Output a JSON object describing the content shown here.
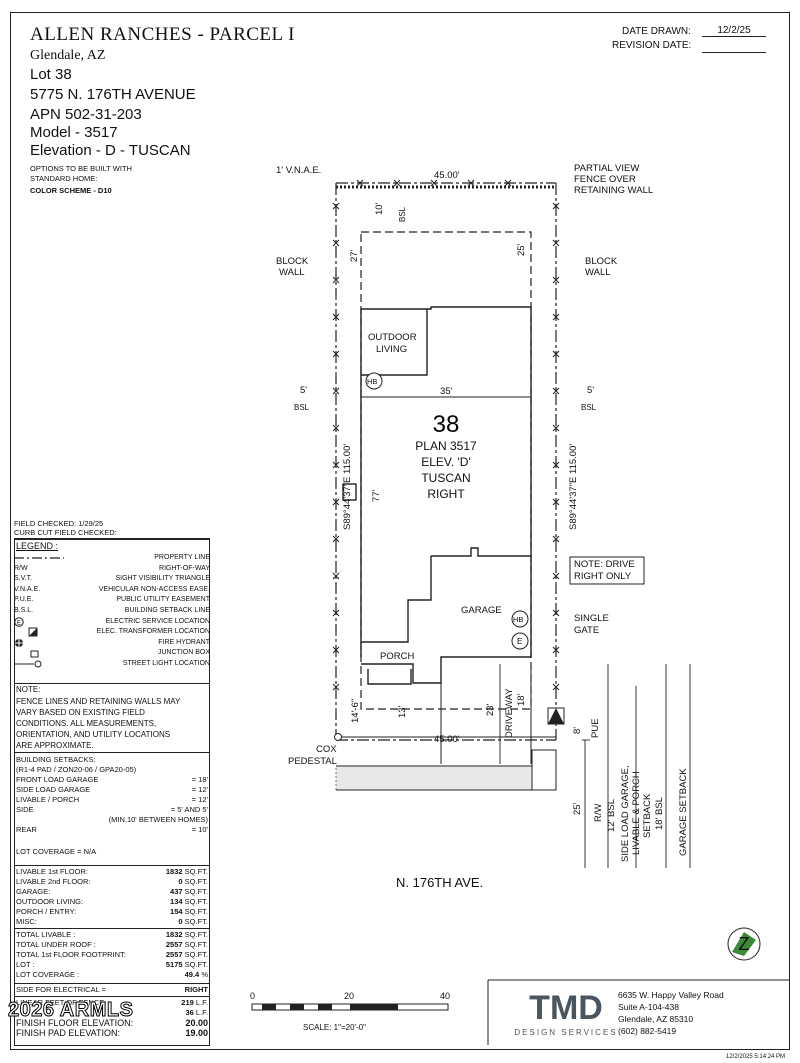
{
  "header": {
    "title": "ALLEN RANCHES - PARCEL I",
    "city": "Glendale, AZ",
    "lot": "Lot 38",
    "address": "5775 N. 176TH AVENUE",
    "apn": "APN 502-31-203",
    "model": "Model - 3517",
    "elevation": "Elevation - D - TUSCAN",
    "options_line1": "OPTIONS TO BE BUILT WITH",
    "options_line2": "STANDARD HOME:",
    "color_scheme": "COLOR SCHEME - D10"
  },
  "dates": {
    "drawn_label": "DATE DRAWN:",
    "drawn_value": "12/2/25",
    "revision_label": "REVISION DATE:",
    "revision_value": ""
  },
  "field": {
    "checked": "FIELD CHECKED: 1/29/25",
    "curb_cut": "CURB CUT FIELD CHECKED:"
  },
  "legend": {
    "title": "LEGEND :",
    "items": [
      {
        "sym": "",
        "label": "PROPERTY LINE"
      },
      {
        "sym": "R/W",
        "label": "RIGHT-OF-WAY"
      },
      {
        "sym": "S.V.T.",
        "label": "SIGHT VISIBILITY TRIANGLE"
      },
      {
        "sym": "V.N.A.E.",
        "label": "VEHICULAR NON-ACCESS EASE."
      },
      {
        "sym": "P.U.E.",
        "label": "PUBLIC UTILITY EASEMENT"
      },
      {
        "sym": "B.S.L.",
        "label": "BUILDING SETBACK LINE"
      },
      {
        "sym": "E",
        "label": "ELECTRIC SERVICE LOCATION"
      },
      {
        "sym": "",
        "label": "ELEC. TRANSFORMER LOCATION"
      },
      {
        "sym": "",
        "label": "FIRE HYDRANT"
      },
      {
        "sym": "",
        "label": "JUNCTION BOX"
      },
      {
        "sym": "",
        "label": "STREET LIGHT LOCATION"
      }
    ]
  },
  "note": {
    "title": "NOTE:",
    "lines": [
      "FENCE LINES AND RETAINING WALLS MAY",
      "VARY BASED ON EXISTING FIELD",
      "CONDITIONS. ALL MEASUREMENTS,",
      "ORIENTATION, AND UTILITY LOCATIONS",
      "ARE APPROXIMATE."
    ]
  },
  "setbacks": {
    "title": "BUILDING SETBACKS:",
    "zoning": "(R1-4 PAD / ZON20-06 / GPA20-05)",
    "rows": [
      {
        "label": "FRONT LOAD GARAGE",
        "value": "= 18'"
      },
      {
        "label": "SIDE LOAD GARAGE",
        "value": "= 12'"
      },
      {
        "label": "LIVABLE / PORCH",
        "value": "= 12'"
      },
      {
        "label": "SIDE",
        "value": "= 5' AND 5'"
      },
      {
        "label": "",
        "value": "(MIN.10' BETWEEN HOMES)"
      },
      {
        "label": "REAR",
        "value": "= 10'"
      }
    ],
    "lot_coverage": "LOT COVERAGE = N/A"
  },
  "areas": [
    {
      "label": "LIVABLE 1st FLOOR:",
      "value": "1832",
      "unit": "SQ.FT."
    },
    {
      "label": "LIVABLE 2nd FLOOR:",
      "value": "0",
      "unit": "SQ.FT."
    },
    {
      "label": "GARAGE:",
      "value": "437",
      "unit": "SQ.FT."
    },
    {
      "label": "OUTDOOR LIVING:",
      "value": "134",
      "unit": "SQ.FT."
    },
    {
      "label": "PORCH / ENTRY:",
      "value": "154",
      "unit": "SQ.FT."
    },
    {
      "label": "MISC:",
      "value": "0",
      "unit": "SQ.FT."
    }
  ],
  "totals": [
    {
      "label": "TOTAL LIVABLE :",
      "value": "1832",
      "unit": "SQ.FT."
    },
    {
      "label": "TOTAL UNDER ROOF :",
      "value": "2557",
      "unit": "SQ.FT."
    },
    {
      "label": "TOTAL 1st FLOOR FOOTPRINT:",
      "value": "2557",
      "unit": "SQ.FT."
    },
    {
      "label": "LOT :",
      "value": "5175",
      "unit": "SQ.FT."
    },
    {
      "label": "LOT COVERAGE :",
      "value": "49.4",
      "unit": "%"
    }
  ],
  "electrical": {
    "label": "SIDE FOR ELECTRICAL =",
    "value": "RIGHT"
  },
  "fence": {
    "label": "LINEAR FEET OF FENCE:",
    "value": "219",
    "unit": "L.F."
  },
  "wall": {
    "label": "",
    "value": "36",
    "unit": "L.F."
  },
  "finish_floor": {
    "label": "FINISH FLOOR ELEVATION:",
    "value": "20.00"
  },
  "finish_pad": {
    "label": "FINISH PAD ELEVATION:",
    "value": "19.00"
  },
  "plan": {
    "lot_number": "38",
    "plan_line": "PLAN 3517",
    "elev_line": "ELEV. 'D'",
    "style": "TUSCAN",
    "hand": "RIGHT",
    "top_width": "45.00'",
    "bottom_width": "45.00'",
    "vnae": "1' V.N.A.E.",
    "fence_note": [
      "PARTIAL VIEW",
      "FENCE OVER",
      "RETAINING WALL"
    ],
    "block_wall_left": [
      "BLOCK",
      "WALL"
    ],
    "block_wall_right": [
      "BLOCK",
      "WALL"
    ],
    "rear_setback": "10'",
    "bsl": "BSL",
    "left_side": "5'",
    "right_side": "5'",
    "depth_27": "27'",
    "depth_25": "25'",
    "width_35": "35'",
    "depth_77": "77'",
    "bearing_left": "S89°44'37\"E 115.00'",
    "bearing_right": "S89°44'37\"E 115.00'",
    "outdoor_living": [
      "OUTDOOR",
      "LIVING"
    ],
    "hb": "HB",
    "e": "E",
    "garage": "GARAGE",
    "porch": "PORCH",
    "driveway": "DRIVEWAY",
    "dim_14_6": "14'-6\"",
    "dim_13": "13'",
    "dim_23": "23'",
    "dim_18": "18'",
    "dim_8": "8'",
    "pue": "PUE",
    "dim_25": "25'",
    "rw": "R/W",
    "bsl12": "12' BSL",
    "side_load": "SIDE LOAD GARAGE,",
    "livable_porch": "LIVABLE & PORCH",
    "setback": "SETBACK",
    "bsl18": "18' BSL",
    "garage_setback": "GARAGE SETBACK",
    "drive_note": [
      "NOTE: DRIVE",
      "RIGHT ONLY"
    ],
    "single_gate": [
      "SINGLE",
      "GATE"
    ],
    "cox": [
      "COX",
      "PEDESTAL"
    ],
    "street": "N. 176TH AVE."
  },
  "scale": {
    "ticks": [
      "0",
      "20",
      "40"
    ],
    "label": "SCALE: 1\"=20'-0\""
  },
  "firm": {
    "logo": "TMD",
    "tagline": "DESIGN SERVICES",
    "addr1": "6635 W. Happy Valley Road",
    "addr2": "Suite A-104-438",
    "addr3": "Glendale, AZ 85310",
    "phone": "(602) 882-5419"
  },
  "watermark": "2026 ARMLS",
  "footer_stamp": "12/2/2025 5:14:24 PM"
}
